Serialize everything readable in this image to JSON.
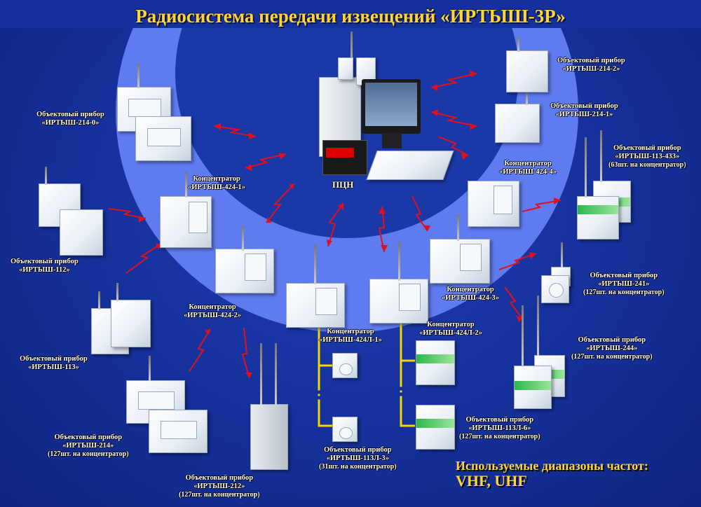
{
  "title": "Радиосистема передачи извещений «ИРТЫШ-3Р»",
  "center": {
    "label": "ПЦН"
  },
  "concentrators": [
    {
      "type": "Концентратор",
      "model": "«ИРТЫШ-424-1»"
    },
    {
      "type": "Концентратор",
      "model": "«ИРТЫШ-424-2»"
    },
    {
      "type": "Концентратор",
      "model": "«ИРТЫШ-424Л-1»"
    },
    {
      "type": "Концентратор",
      "model": "«ИРТЫШ-424Л-2»"
    },
    {
      "type": "Концентратор",
      "model": "«ИРТЫШ-424-3»"
    },
    {
      "type": "Концентратор",
      "model": "«ИРТЫШ-424-4»"
    }
  ],
  "objects": [
    {
      "type": "Объектовый прибор",
      "model": "«ИРТЫШ-214-0»",
      "qty": ""
    },
    {
      "type": "Объектовый прибор",
      "model": "«ИРТЫШ-112»",
      "qty": ""
    },
    {
      "type": "Объектовый прибор",
      "model": "«ИРТЫШ-113»",
      "qty": ""
    },
    {
      "type": "Объектовый прибор",
      "model": "«ИРТЫШ-214»",
      "qty": "(127шт. на концентратор)"
    },
    {
      "type": "Объектовый прибор",
      "model": "«ИРТЫШ-212»",
      "qty": "(127шт. на концентратор)"
    },
    {
      "type": "Объектовый прибор",
      "model": "«ИРТЫШ-113Л-3»",
      "qty": "(31шт. на концентратор)"
    },
    {
      "type": "Объектовый прибор",
      "model": "«ИРТЫШ-113Л-6»",
      "qty": "(127шт. на концентратор)"
    },
    {
      "type": "Объектовый прибор",
      "model": "«ИРТЫШ-244»",
      "qty": "(127шт. на концентратор)"
    },
    {
      "type": "Объектовый прибор",
      "model": "«ИРТЫШ-241»",
      "qty": "(127шт. на концентратор)"
    },
    {
      "type": "Объектовый прибор",
      "model": "«ИРТЫШ-113-433»",
      "qty": "(63шт. на концентратор)"
    },
    {
      "type": "Объектовый прибор",
      "model": "«ИРТЫШ-214-1»",
      "qty": ""
    },
    {
      "type": "Объектовый прибор",
      "model": "«ИРТЫШ-214-2»",
      "qty": ""
    }
  ],
  "frequencies": {
    "heading": "Используемые диапазоны частот:",
    "bands": "VHF, UHF"
  },
  "colors": {
    "background": "#15309a",
    "arc": "#5f7bf0",
    "title": "#ffd43a",
    "link": "#e0101e",
    "wire": "#f5d600"
  }
}
